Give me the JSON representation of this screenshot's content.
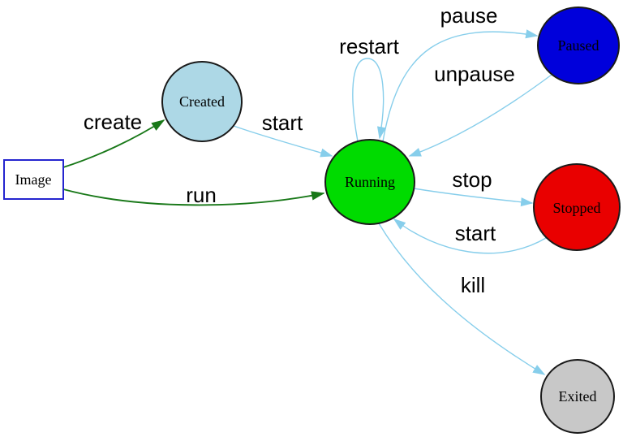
{
  "colors": {
    "edge_blue": "#87CEEB",
    "edge_green": "#187818",
    "node_stroke": "#1a1a1a",
    "image_border": "#2525CF",
    "label_color": "#000000"
  },
  "nodes": {
    "image": {
      "label": "Image",
      "fill": "#FFFFFF"
    },
    "created": {
      "label": "Created",
      "fill": "#ADD8E6"
    },
    "running": {
      "label": "Running",
      "fill": "#00DB00"
    },
    "paused": {
      "label": "Paused",
      "fill": "#0000DB"
    },
    "stopped": {
      "label": "Stopped",
      "fill": "#E90000"
    },
    "exited": {
      "label": "Exited",
      "fill": "#C8C8C8"
    }
  },
  "edges": {
    "create": {
      "label": "create",
      "from": "image",
      "to": "created"
    },
    "run": {
      "label": "run",
      "from": "image",
      "to": "running"
    },
    "start_from_created": {
      "label": "start",
      "from": "created",
      "to": "running"
    },
    "restart": {
      "label": "restart",
      "from": "running",
      "to": "running"
    },
    "pause": {
      "label": "pause",
      "from": "running",
      "to": "paused"
    },
    "unpause": {
      "label": "unpause",
      "from": "paused",
      "to": "running"
    },
    "stop": {
      "label": "stop",
      "from": "running",
      "to": "stopped"
    },
    "start_from_stopped": {
      "label": "start",
      "from": "stopped",
      "to": "running"
    },
    "kill": {
      "label": "kill",
      "from": "running",
      "to": "exited"
    }
  }
}
